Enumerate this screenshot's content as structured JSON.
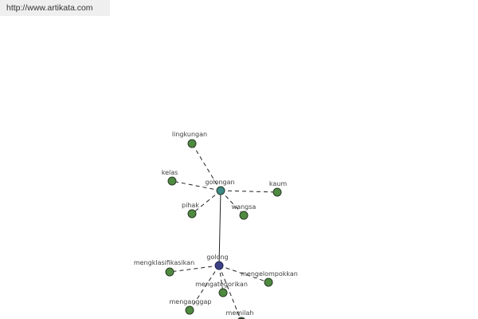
{
  "header": {
    "site_url": "http://www.artikata.com"
  },
  "graph": {
    "word": "golong",
    "related": [
      {
        "word": "golongan",
        "related": [
          {
            "word": "lingkungan"
          },
          {
            "word": "kelas"
          },
          {
            "word": "kaum"
          },
          {
            "word": "pihak"
          },
          {
            "word": "wangsa"
          }
        ]
      },
      {
        "word": "mengklasifikasikan"
      },
      {
        "word": "mengelompokkan"
      },
      {
        "word": "mengategorikan"
      },
      {
        "word": "menganggap"
      },
      {
        "word": "memilah"
      }
    ]
  },
  "colors": {
    "background": "#ffffff",
    "header_bg": "#efefef",
    "header_text": "#333333",
    "main_node": "#3c4084",
    "hub_node": "#3d8a86",
    "leaf_node": "#4e8a3f",
    "node_outline": "#2a3a26",
    "edge": "#222222",
    "label": "#404040"
  }
}
